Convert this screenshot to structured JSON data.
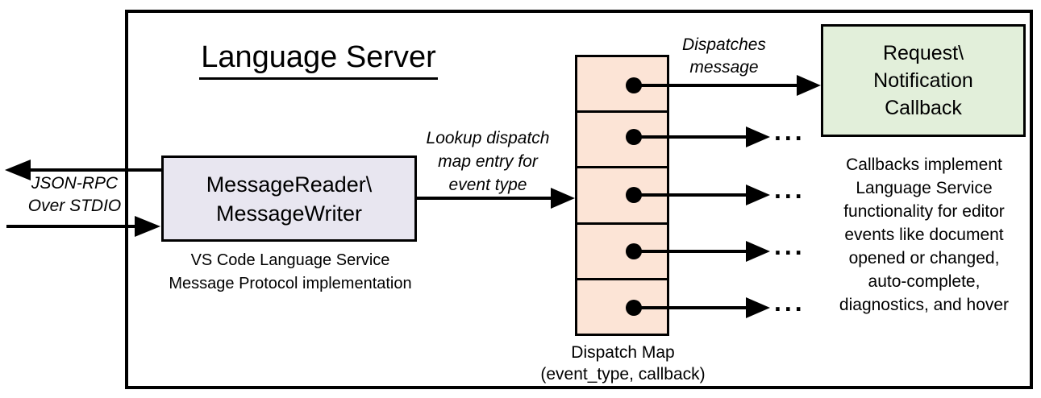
{
  "diagram": {
    "title": "Language Server"
  },
  "left_channel": {
    "label_line1": "JSON-RPC",
    "label_line2": "Over STDIO"
  },
  "reader_writer": {
    "line1": "MessageReader\\",
    "line2": "MessageWriter",
    "caption_line1": "VS Code Language Service",
    "caption_line2": "Message Protocol implementation"
  },
  "lookup_label": {
    "line1": "Lookup dispatch",
    "line2": "map entry for",
    "line3": "event type"
  },
  "dispatch_map": {
    "entry_count": 5,
    "caption_line1": "Dispatch Map",
    "caption_line2": "(event_type, callback)"
  },
  "dispatches_label": {
    "line1": "Dispatches",
    "line2": "message"
  },
  "callback_box": {
    "line1": "Request\\",
    "line2": "Notification",
    "line3": "Callback"
  },
  "callbacks_note": {
    "lines": [
      "Callbacks implement",
      "Language Service",
      "functionality for editor",
      "events like document",
      "opened or changed,",
      "auto-complete,",
      "diagnostics, and hover"
    ]
  },
  "ellipsis": "...",
  "colors": {
    "reader_writer_fill": "#e8e6f0",
    "dispatch_cell_fill": "#fce4d6",
    "callback_fill": "#e2efda",
    "line_color": "#000000"
  }
}
